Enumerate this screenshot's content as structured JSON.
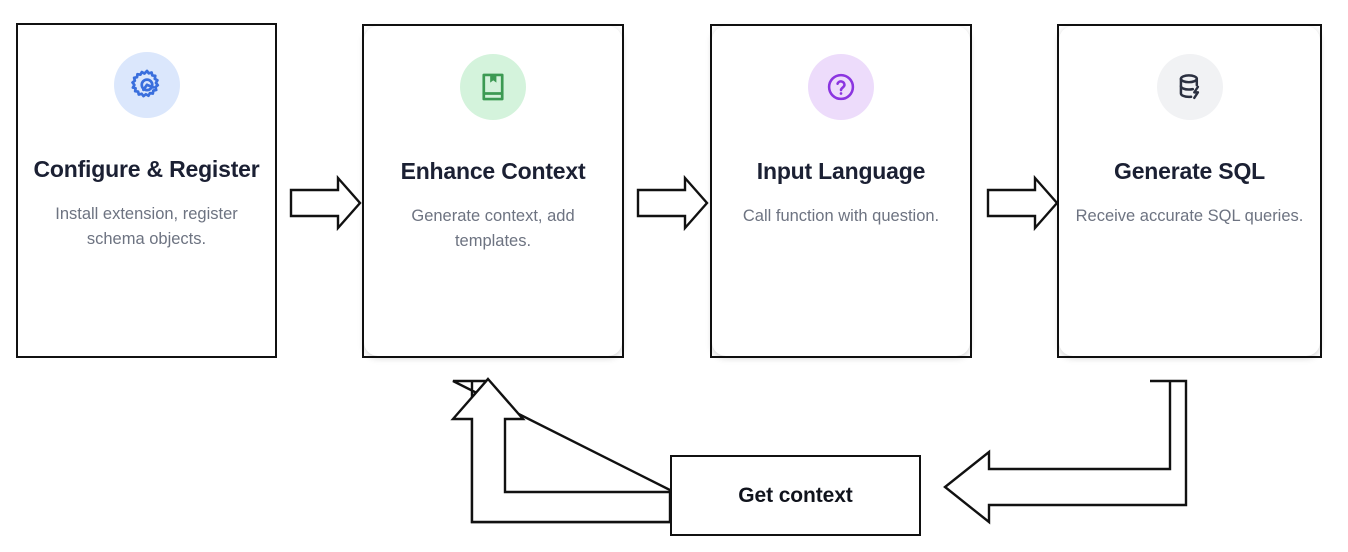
{
  "diagram": {
    "title_text_color": "#1b2033",
    "desc_text_color": "#6d7381",
    "stroke_color": "#111111",
    "steps": [
      {
        "title": "Configure & Register",
        "desc": "Install extension, register schema objects.",
        "icon": "gear-icon",
        "icon_color": "#3a6fdd",
        "icon_bg": "#dbe7fc",
        "style": "sharp"
      },
      {
        "title": "Enhance Context",
        "desc": "Generate context, add templates.",
        "icon": "book-bookmark-icon",
        "icon_color": "#3c9a53",
        "icon_bg": "#d4f3dc",
        "style": "rounded"
      },
      {
        "title": "Input Language",
        "desc": "Call function with question.",
        "icon": "question-circle-icon",
        "icon_color": "#8b35e0",
        "icon_bg": "#eddcfb",
        "style": "rounded"
      },
      {
        "title": "Generate SQL",
        "desc": "Receive accurate SQL queries.",
        "icon": "database-bolt-icon",
        "icon_color": "#2b3040",
        "icon_bg": "#f1f2f4",
        "style": "rounded"
      }
    ],
    "connectors": [
      {
        "name": "arrow-step1-to-step2",
        "direction": "right"
      },
      {
        "name": "arrow-step2-to-step3",
        "direction": "right"
      },
      {
        "name": "arrow-step3-to-step4",
        "direction": "right"
      },
      {
        "name": "arrow-feedback-left",
        "direction": "left-elbow"
      },
      {
        "name": "arrow-feedback-up",
        "direction": "up-elbow"
      }
    ],
    "feedback_box": {
      "label": "Get context"
    }
  }
}
